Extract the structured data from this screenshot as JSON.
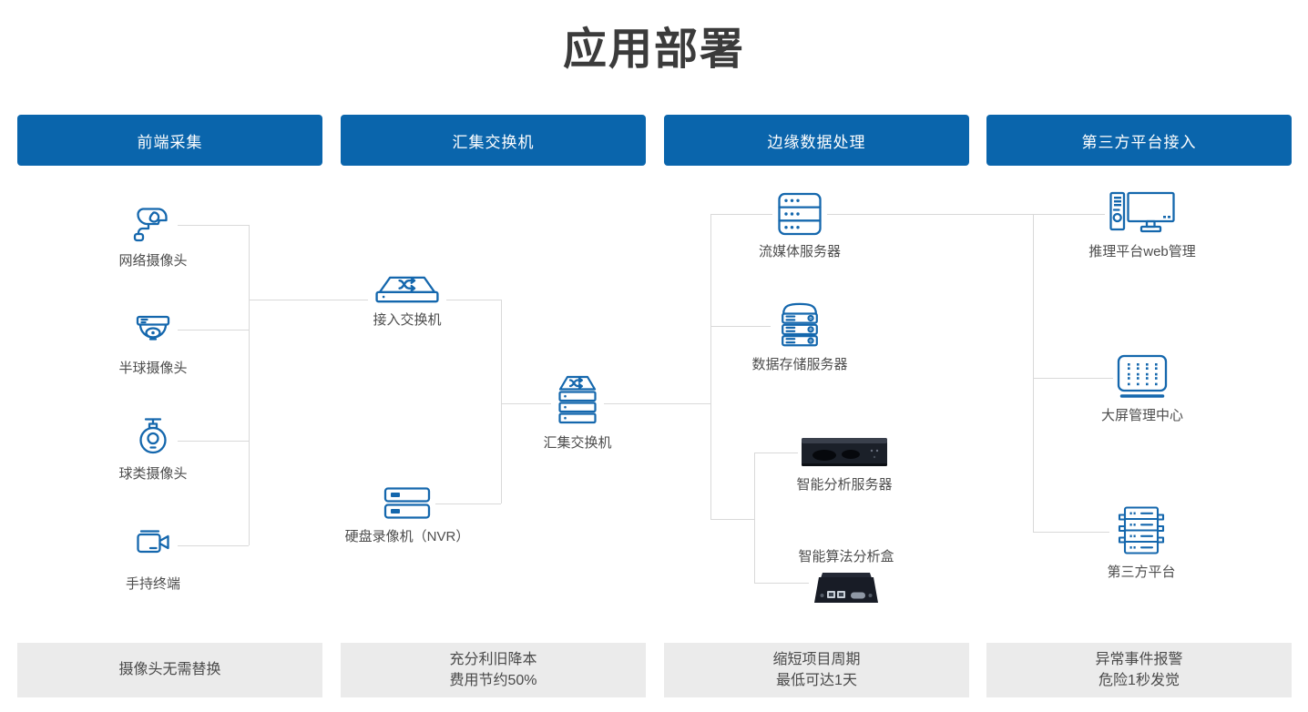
{
  "title": "应用部署",
  "colors": {
    "header_bg": "#0a65ac",
    "icon_blue": "#1467ad",
    "connector_gray": "#d9d9d9",
    "title_text": "#3b3b3b",
    "label_text": "#4d4d4d",
    "benefit_bg": "#ebebeb",
    "benefit_text": "#4a4a4a"
  },
  "headers": [
    {
      "label": "前端采集"
    },
    {
      "label": "汇集交换机"
    },
    {
      "label": "边缘数据处理"
    },
    {
      "label": "第三方平台接入"
    }
  ],
  "nodes": {
    "network_camera": {
      "label": "网络摄像头",
      "icon": "bullet-camera-icon"
    },
    "dome_camera": {
      "label": "半球摄像头",
      "icon": "dome-camera-icon"
    },
    "ball_camera": {
      "label": "球类摄像头",
      "icon": "ptz-camera-icon"
    },
    "handheld_terminal": {
      "label": "手持终端",
      "icon": "camcorder-icon"
    },
    "access_switch": {
      "label": "接入交换机",
      "icon": "switch-icon"
    },
    "nvr": {
      "label": "硬盘录像机（NVR）",
      "icon": "nvr-icon"
    },
    "aggregation_switch": {
      "label": "汇集交换机",
      "icon": "stacked-switch-icon"
    },
    "streaming_server": {
      "label": "流媒体服务器",
      "icon": "server-icon"
    },
    "storage_server": {
      "label": "数据存储服务器",
      "icon": "storage-server-icon"
    },
    "analysis_server": {
      "label": "智能分析服务器",
      "icon": "rack-server-photo"
    },
    "analysis_box": {
      "label": "智能算法分析盒",
      "icon": "analysis-box-photo"
    },
    "inference_web": {
      "label": "推理平台web管理",
      "icon": "desktop-computer-icon"
    },
    "screen_center": {
      "label": "大屏管理中心",
      "icon": "led-panel-icon"
    },
    "third_party": {
      "label": "第三方平台",
      "icon": "platform-rack-icon"
    }
  },
  "benefits": [
    {
      "line1": "摄像头无需替换",
      "line2": ""
    },
    {
      "line1": "充分利旧降本",
      "line2": "费用节约50%"
    },
    {
      "line1": "缩短项目周期",
      "line2": "最低可达1天"
    },
    {
      "line1": "异常事件报警",
      "line2": "危险1秒发觉"
    }
  ]
}
